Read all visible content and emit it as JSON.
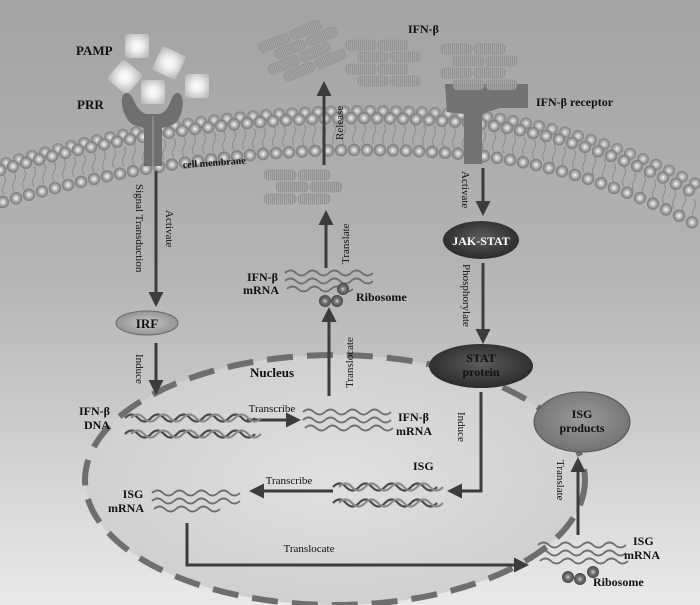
{
  "colors": {
    "background_top": "#a4a4a4",
    "background_bottom": "#e6e6e6",
    "arrow": "#3c3c3c",
    "lipid_head": "#9a9a9a",
    "receptor": "#6e6e6e",
    "nucleus_dash": "#6e6e6e",
    "dark_node": "#3a3a3a",
    "light_node": "#9b9b9b"
  },
  "labels": {
    "pamp": "PAMP",
    "prr": "PRR",
    "cell_membrane": "cell membrane",
    "ifnb_top": "IFN-β",
    "ifnb_receptor": "IFN-β receptor",
    "release": "Release",
    "signal_transduction": "Signal Transduction",
    "activate_left": "Activate",
    "irf": "IRF",
    "induce_left": "Induce",
    "translate_mid": "Translate",
    "ifnb_mrna_cyto_line1": "IFN-β",
    "ifnb_mrna_cyto_line2": "mRNA",
    "ribosome_mid": "Ribosome",
    "translocate_mid": "Translocate",
    "nucleus": "Nucleus",
    "activate_right": "Activate",
    "jak_stat": "JAK-STAT",
    "phosphorylate": "Phosphorylate",
    "stat_protein_line1": "STAT",
    "stat_protein_line2": "protein",
    "induce_right": "Induce",
    "ifnb_dna_line1": "IFN-β",
    "ifnb_dna_line2": "DNA",
    "transcribe_top": "Transcribe",
    "ifnb_mrna_nuc_line1": "IFN-β",
    "ifnb_mrna_nuc_line2": "mRNA",
    "isg": "ISG",
    "transcribe_bottom": "Transcribe",
    "isg_mrna_nuc_line1": "ISG",
    "isg_mrna_nuc_line2": "mRNA",
    "translocate_bottom": "Translocate",
    "isg_products_line1": "ISG",
    "isg_products_line2": "products",
    "translate_right": "Translate",
    "isg_mrna_cyto_line1": "ISG",
    "isg_mrna_cyto_line2": "mRNA",
    "ribosome_bottom": "Ribosome"
  }
}
